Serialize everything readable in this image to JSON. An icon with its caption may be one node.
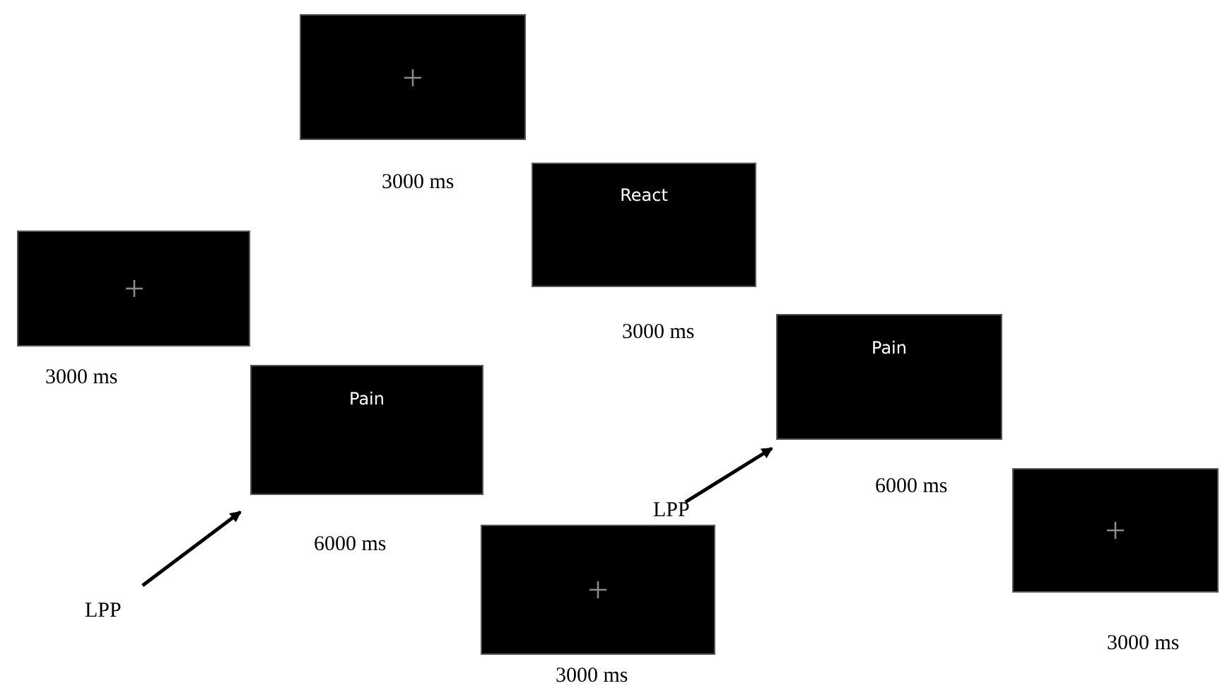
{
  "diagram": {
    "nodes": [
      {
        "text": [],
        "shape": "box",
        "beside": [
          "3000 ms"
        ]
      },
      {
        "text": [],
        "shape": "box",
        "beside": [
          "3000 ms"
        ]
      },
      {
        "text": [
          "Pain"
        ],
        "beside": [
          "6000 ms"
        ]
      },
      {
        "text": [
          "React"
        ],
        "beside": [
          "3000 ms"
        ]
      },
      {
        "text": [],
        "shape": "box",
        "beside": [
          "3000 ms"
        ]
      },
      {
        "text": [
          "Pain"
        ],
        "beside": [
          "6000 ms"
        ]
      },
      {
        "text": [],
        "shape": "box",
        "beside": [
          "3000 ms"
        ]
      },
      {
        "text": [
          "LPP"
        ]
      },
      {
        "text": [
          "LPP"
        ]
      }
    ],
    "edges": [
      {
        "from": 7,
        "to": 2,
        "arrow": "to"
      },
      {
        "from": 8,
        "to": 5,
        "arrow": "to"
      }
    ]
  }
}
